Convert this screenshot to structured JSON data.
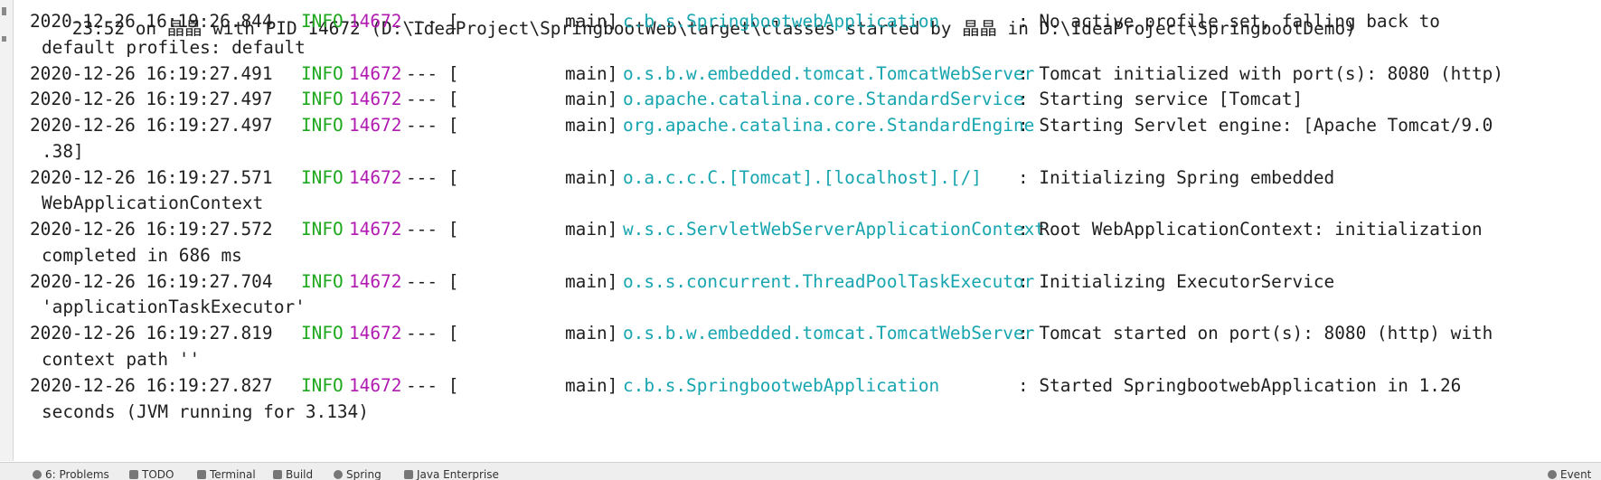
{
  "console": {
    "top_fragment": "23:52 on 晶晶 with PID 14672 (D:\\IdeaProject\\SpringbootWeb\\target\\classes started by 晶晶 in D:\\IdeaProject\\SpringbootDemo)",
    "top_fragment_link": "D:\\IdeaProject\\SpringbootWeb\\target\\classes",
    "entries": [
      {
        "timestamp": "2020-12-26 16:19:26.844",
        "level": "INFO",
        "pid": "14672",
        "sep": "--- [",
        "thread": "main]",
        "logger": "c.b.s.SpringbootwebApplication",
        "message": ": No active profile set, falling back to",
        "continuation": "default profiles: default"
      },
      {
        "timestamp": "2020-12-26 16:19:27.491",
        "level": "INFO",
        "pid": "14672",
        "sep": "--- [",
        "thread": "main]",
        "logger": "o.s.b.w.embedded.tomcat.TomcatWebServer",
        "message": ": Tomcat initialized with port(s): 8080 (http)",
        "continuation": ""
      },
      {
        "timestamp": "2020-12-26 16:19:27.497",
        "level": "INFO",
        "pid": "14672",
        "sep": "--- [",
        "thread": "main]",
        "logger": "o.apache.catalina.core.StandardService",
        "message": ": Starting service [Tomcat]",
        "continuation": ""
      },
      {
        "timestamp": "2020-12-26 16:19:27.497",
        "level": "INFO",
        "pid": "14672",
        "sep": "--- [",
        "thread": "main]",
        "logger": "org.apache.catalina.core.StandardEngine",
        "message": ": Starting Servlet engine: [Apache Tomcat/9.0",
        "continuation": ".38]"
      },
      {
        "timestamp": "2020-12-26 16:19:27.571",
        "level": "INFO",
        "pid": "14672",
        "sep": "--- [",
        "thread": "main]",
        "logger": "o.a.c.c.C.[Tomcat].[localhost].[/]",
        "message": ": Initializing Spring embedded",
        "continuation": "WebApplicationContext"
      },
      {
        "timestamp": "2020-12-26 16:19:27.572",
        "level": "INFO",
        "pid": "14672",
        "sep": "--- [",
        "thread": "main]",
        "logger": "w.s.c.ServletWebServerApplicationContext",
        "message": ": Root WebApplicationContext: initialization",
        "continuation": "completed in 686 ms"
      },
      {
        "timestamp": "2020-12-26 16:19:27.704",
        "level": "INFO",
        "pid": "14672",
        "sep": "--- [",
        "thread": "main]",
        "logger": "o.s.s.concurrent.ThreadPoolTaskExecutor",
        "message": ": Initializing ExecutorService",
        "continuation": "'applicationTaskExecutor'"
      },
      {
        "timestamp": "2020-12-26 16:19:27.819",
        "level": "INFO",
        "pid": "14672",
        "sep": "--- [",
        "thread": "main]",
        "logger": "o.s.b.w.embedded.tomcat.TomcatWebServer",
        "message": ": Tomcat started on port(s): 8080 (http) with",
        "continuation": "context path ''"
      },
      {
        "timestamp": "2020-12-26 16:19:27.827",
        "level": "INFO",
        "pid": "14672",
        "sep": "--- [",
        "thread": "main]",
        "logger": "c.b.s.SpringbootwebApplication",
        "message": ": Started SpringbootwebApplication in 1.26",
        "continuation": "seconds (JVM running for 3.134)"
      }
    ]
  },
  "statusbar": {
    "items": [
      {
        "label": "6: Problems",
        "icon": "problems-icon"
      },
      {
        "label": "TODO",
        "icon": "todo-icon"
      },
      {
        "label": "Terminal",
        "icon": "terminal-icon"
      },
      {
        "label": "Build",
        "icon": "build-icon"
      },
      {
        "label": "Spring",
        "icon": "spring-icon"
      },
      {
        "label": "Java Enterprise",
        "icon": "java-enterprise-icon"
      }
    ],
    "right_label": "Event"
  },
  "colors": {
    "timestamp": "#1f1f1f",
    "level": "#1ea81e",
    "pid": "#b01ab0",
    "logger": "#17a5b0",
    "link": "#2340c0"
  }
}
